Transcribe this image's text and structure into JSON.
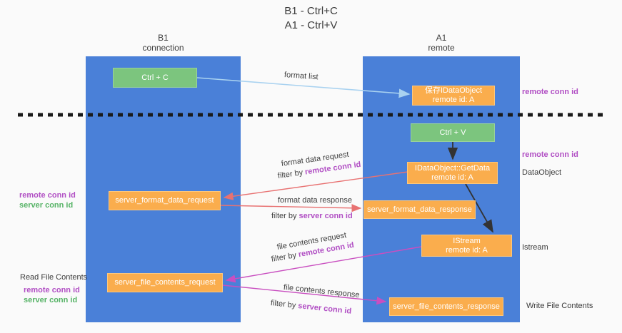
{
  "title": {
    "line1": "B1 - Ctrl+C",
    "line2": "A1 - Ctrl+V"
  },
  "lanes": {
    "left": {
      "name": "B1",
      "role": "connection"
    },
    "right": {
      "name": "A1",
      "role": "remote"
    }
  },
  "nodes": {
    "ctrl_c": "Ctrl + C",
    "ctrl_v": "Ctrl + V",
    "save_idataobject": {
      "line1": "保存IDataObject",
      "line2": "remote id: A"
    },
    "getdata": {
      "line1": "IDataObject::GetData",
      "line2": "remote id: A"
    },
    "istream": {
      "line1": "IStream",
      "line2": "remote id: A"
    },
    "server_format_data_request": "server_format_data_request",
    "server_format_data_response": "server_format_data_response",
    "server_file_contents_request": "server_file_contents_request",
    "server_file_contents_response": "server_file_contents_response"
  },
  "arrows": {
    "format_list": "format list",
    "format_data_request": "format data request",
    "format_data_response": "format data response",
    "file_contents_request": "file contents request",
    "file_contents_response": "file contents response",
    "filter_by": "filter by ",
    "remote_conn_id": "remote conn id",
    "server_conn_id": "server conn id"
  },
  "side_labels": {
    "right_remote_conn_id_top": "remote conn id",
    "right_remote_conn_id_mid": "remote conn id",
    "dataobject": "DataObject",
    "istream": "Istream",
    "write_file_contents": "Write File Contents",
    "left_remote_conn_id_1": "remote conn id",
    "left_server_conn_id_1": "server conn id",
    "read_file_contents": "Read File Contents",
    "left_remote_conn_id_2": "remote conn id",
    "left_server_conn_id_2": "server conn id"
  },
  "colors": {
    "background": "#fafafa",
    "lane_blue": "#4a80d8",
    "node_orange": "#faad4d",
    "node_green": "#7cc57e",
    "arrow_blue": "#a9d2f0",
    "arrow_red": "#e87272",
    "arrow_magenta": "#c94fc0",
    "arrow_black": "#333333",
    "dashed_line": "#1a1a1a",
    "conn_id_purple": "#b14fc4",
    "conn_id_green": "#56b366"
  }
}
